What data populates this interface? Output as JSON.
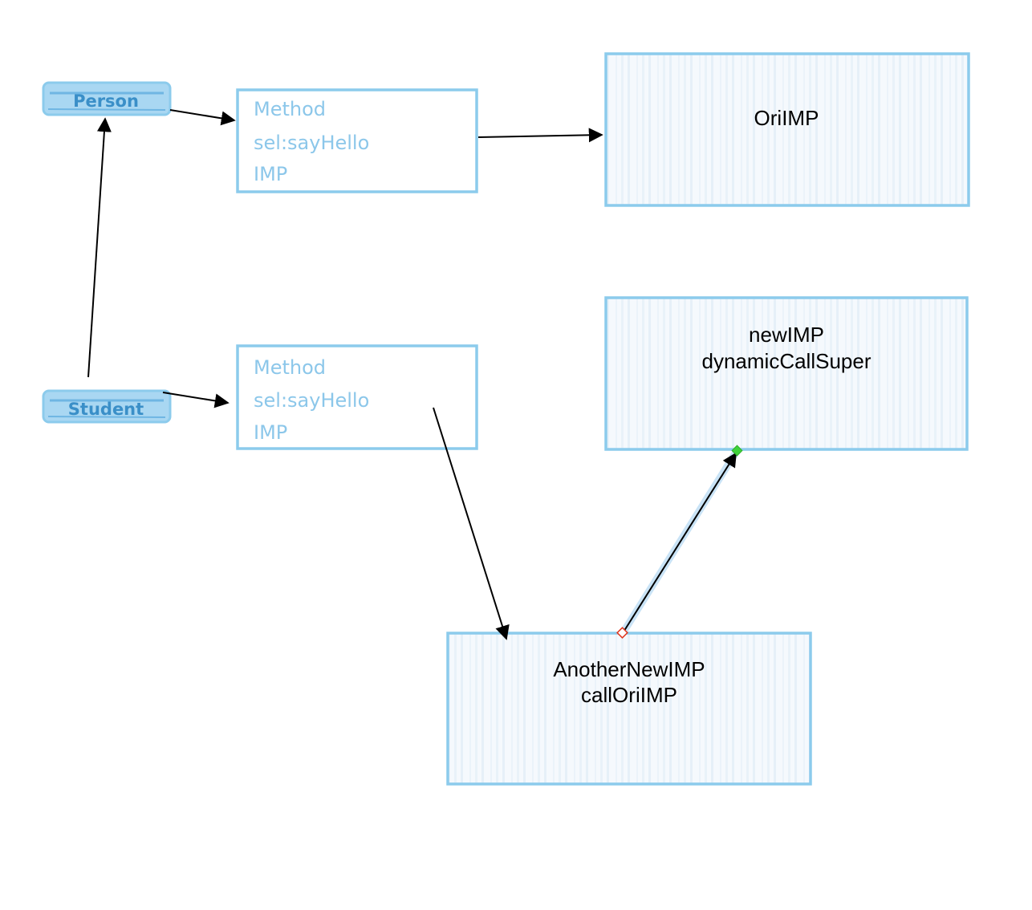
{
  "classes": {
    "person": "Person",
    "student": "Student"
  },
  "methods": {
    "person_method": {
      "title": "Method",
      "sel": "sel:sayHello",
      "imp": "IMP"
    },
    "student_method": {
      "title": "Method",
      "sel": "sel:sayHello",
      "imp": "IMP"
    }
  },
  "implementations": {
    "ori_imp": {
      "line1": "OriIMP"
    },
    "new_imp": {
      "line1": "newIMP",
      "line2": "dynamicCallSuper"
    },
    "another_new_imp": {
      "line1": "AnotherNewIMP",
      "line2": "callOriIMP"
    }
  },
  "colors": {
    "box_stroke": "#8ccbec",
    "box_fill": "#f4f9fd",
    "hatch": "#e3eff8",
    "class_fill": "#a9d7f2",
    "class_text": "#3a8fc8",
    "method_text": "#8cc7ea",
    "arrow": "#000000",
    "selected_arrow_glow": "#c9e3f6",
    "handle_start": "#e0341c",
    "handle_end": "#3fd23a"
  }
}
